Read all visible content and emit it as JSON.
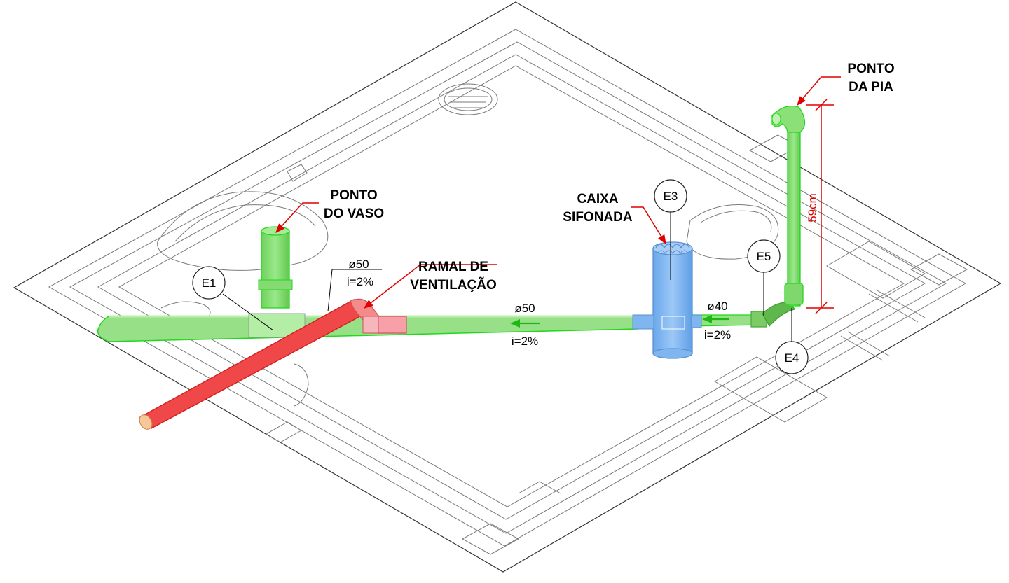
{
  "labels": {
    "ponto_vaso": [
      "PONTO",
      "DO VASO"
    ],
    "ramal_ventilacao": [
      "RAMAL DE",
      "VENTILAÇÃO"
    ],
    "caixa_sifonada": [
      "CAIXA",
      "SIFONADA"
    ],
    "ponto_pia": [
      "PONTO",
      "DA PIA"
    ]
  },
  "pipe_specs": {
    "vent_branch_diameter": "ø50",
    "vent_branch_slope": "i=2%",
    "main_diameter": "ø50",
    "main_slope": "i=2%",
    "sink_diameter": "ø40",
    "sink_slope": "i=2%"
  },
  "dimension": {
    "riser_height": "59cm"
  },
  "tags": [
    "E1",
    "E3",
    "E4",
    "E5"
  ],
  "colors": {
    "sewer_pipe": "#8ee07a",
    "sewer_stroke": "#22d81b",
    "vent_pipe": "#f04848",
    "vent_stroke": "#d02020",
    "siphon_box": "#7fb6f0",
    "leader": "#e00000",
    "flow_arrow": "#22c81b",
    "outline": "#8a8a8a"
  },
  "icons": [
    "flow-arrow-icon",
    "leader-arrow-icon"
  ]
}
